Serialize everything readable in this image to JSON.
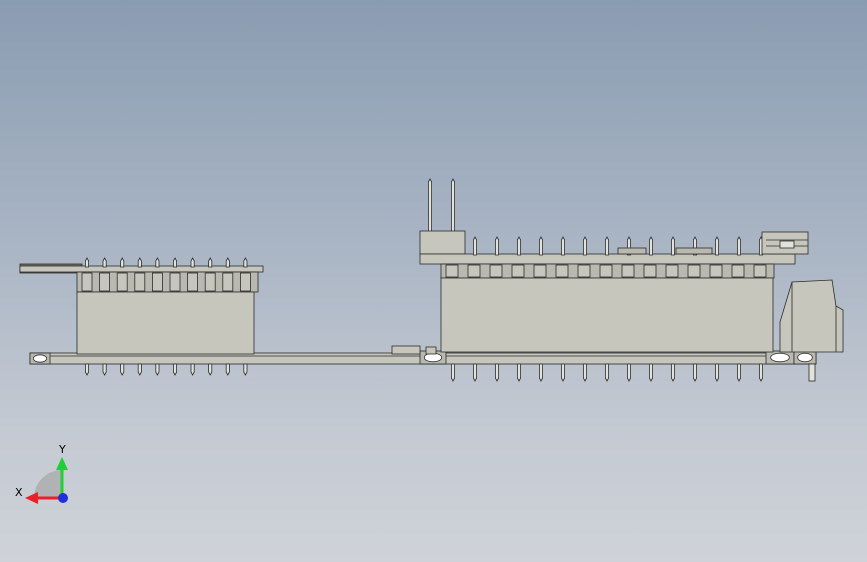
{
  "view": {
    "kind": "cad-assembly-side-view",
    "background_top": "#8a9cb2",
    "background_bottom": "#cfd3d9"
  },
  "colors": {
    "part_fill": "#c6c6bd",
    "part_fill_dark": "#b9b9b0",
    "edge": "#2b2b2b",
    "pin_fill": "#e2e2dc",
    "stripe_dark": "#6f6f69",
    "axis_x": "#e8202a",
    "axis_y": "#1fcf3a",
    "axis_z": "#2130d8",
    "triad_arc": "#a8a8a8"
  },
  "axes": {
    "x_label": "X",
    "y_label": "Y"
  },
  "parts": {
    "left_module_top_pins": 10,
    "left_module_bottom_pins": 10,
    "right_module_top_pins": 14,
    "right_module_bottom_pins": 15
  }
}
